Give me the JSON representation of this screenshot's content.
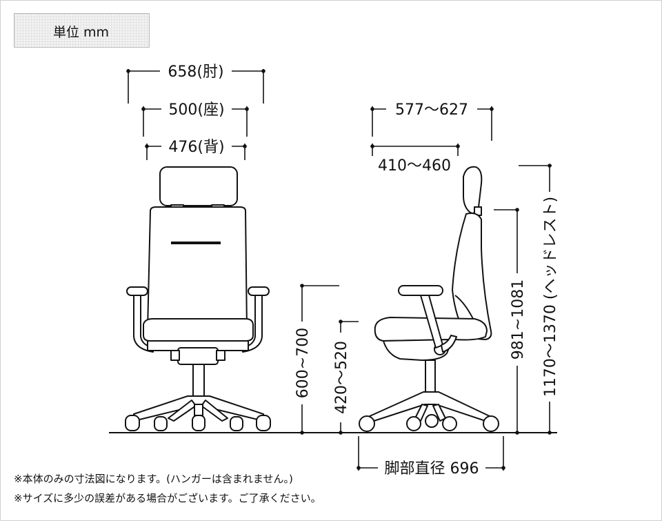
{
  "unit_label": "単位 mm",
  "front": {
    "armrest_width": "658(肘)",
    "seat_width": "500(座)",
    "back_width": "476(背)",
    "armrest_height": "600~700",
    "seat_height": "420～520"
  },
  "side": {
    "depth_max": "577～627",
    "seat_depth": "410～460",
    "back_height": "981~1081",
    "headrest_height": "1170～1370 (ヘッドレスト)",
    "base_diameter": "脚部直径 696"
  },
  "notes": [
    "※本体のみの寸法図になります。(ハンガーは含まれません。)",
    "※サイズに多少の誤差がある場合がございます。ご了承ください。"
  ]
}
